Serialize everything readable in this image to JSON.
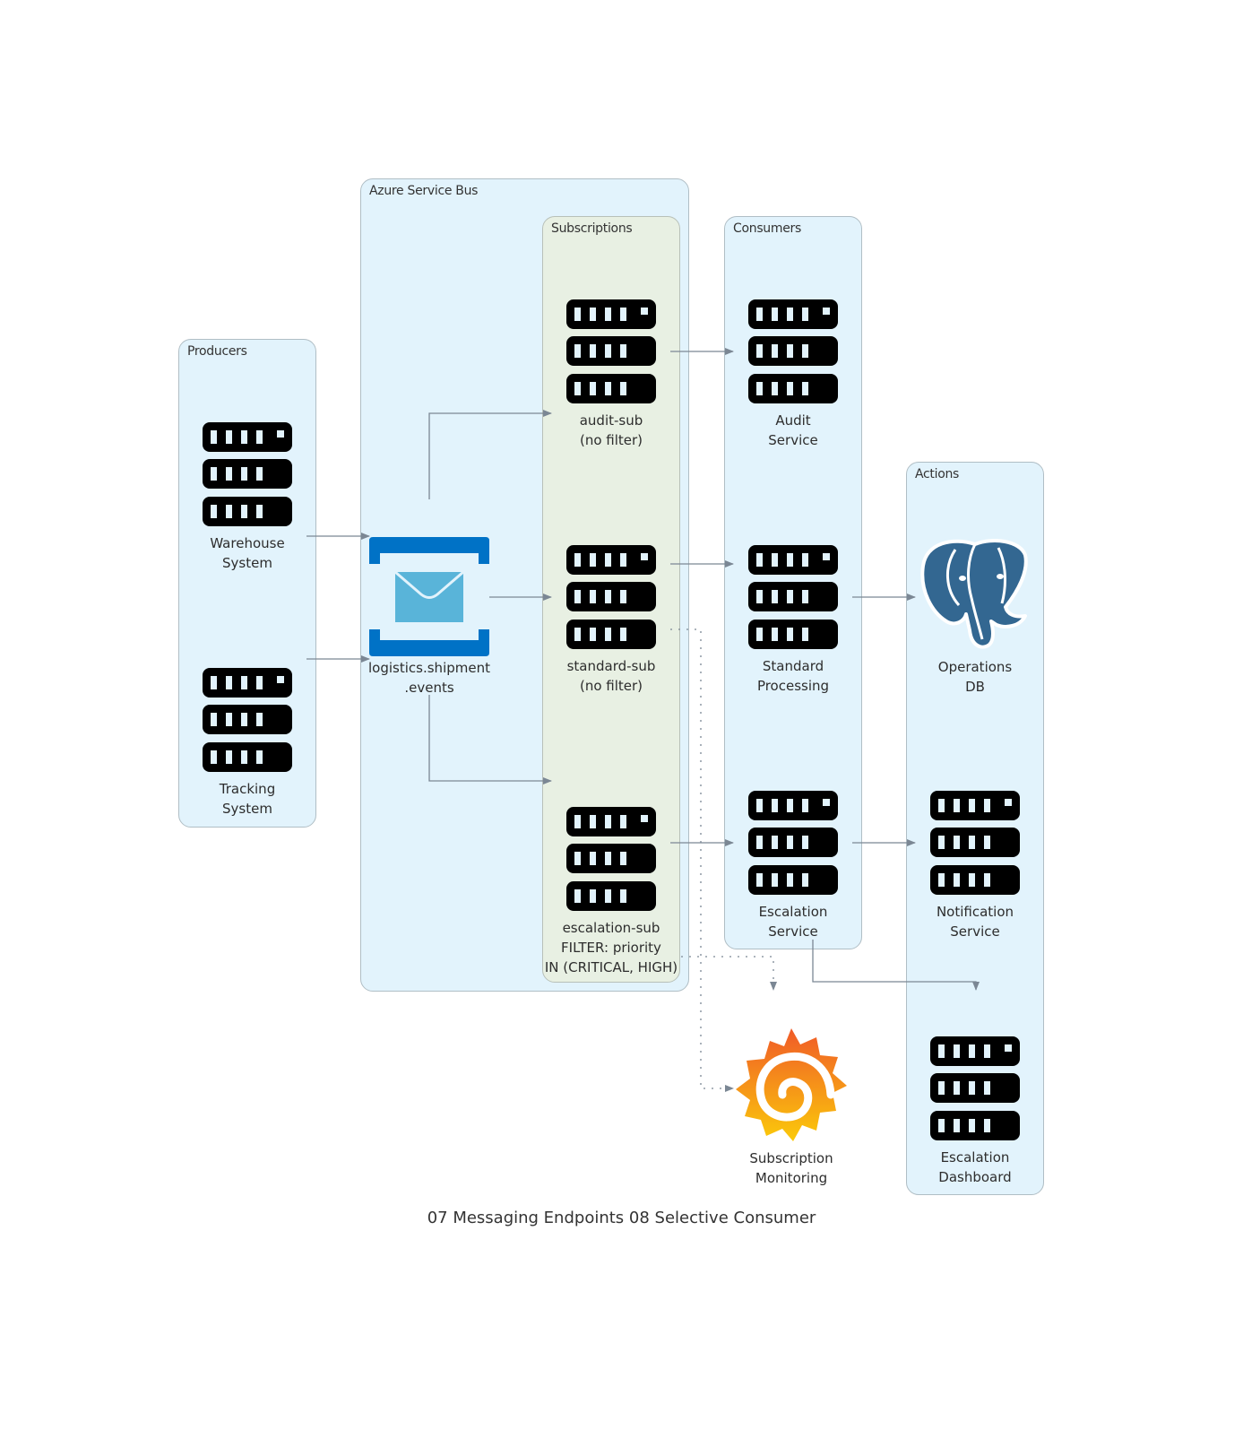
{
  "title": "07 Messaging Endpoints 08 Selective Consumer",
  "clusters": {
    "producers": "Producers",
    "service_bus": "Azure Service Bus",
    "subscriptions": "Subscriptions",
    "consumers": "Consumers",
    "actions": "Actions"
  },
  "nodes": {
    "warehouse": {
      "label": "Warehouse\nSystem",
      "icon": "server-icon"
    },
    "tracking": {
      "label": "Tracking\nSystem",
      "icon": "server-icon"
    },
    "topic": {
      "label": "logistics.shipment\n.events",
      "icon": "azure-service-bus-icon"
    },
    "audit_sub": {
      "label": "audit-sub\n(no filter)",
      "icon": "server-icon"
    },
    "standard_sub": {
      "label": "standard-sub\n(no filter)",
      "icon": "server-icon"
    },
    "escalation_sub": {
      "label": "escalation-sub\nFILTER: priority\nIN (CRITICAL, HIGH)",
      "icon": "server-icon"
    },
    "audit_service": {
      "label": "Audit\nService",
      "icon": "server-icon"
    },
    "standard_processing": {
      "label": "Standard\nProcessing",
      "icon": "server-icon"
    },
    "escalation_service": {
      "label": "Escalation\nService",
      "icon": "server-icon"
    },
    "operations_db": {
      "label": "Operations\nDB",
      "icon": "postgresql-icon"
    },
    "notification_service": {
      "label": "Notification\nService",
      "icon": "server-icon"
    },
    "escalation_dashboard": {
      "label": "Escalation\nDashboard",
      "icon": "server-icon"
    },
    "subscription_monitoring": {
      "label": "Subscription\nMonitoring",
      "icon": "grafana-icon"
    }
  },
  "colors": {
    "edge": "#7b8794",
    "cluster_blue": "#e2f3fc",
    "cluster_green": "#e8f0e3",
    "azure_blue": "#0072c6",
    "envelope": "#59b4d9",
    "postgres": "#336791"
  }
}
